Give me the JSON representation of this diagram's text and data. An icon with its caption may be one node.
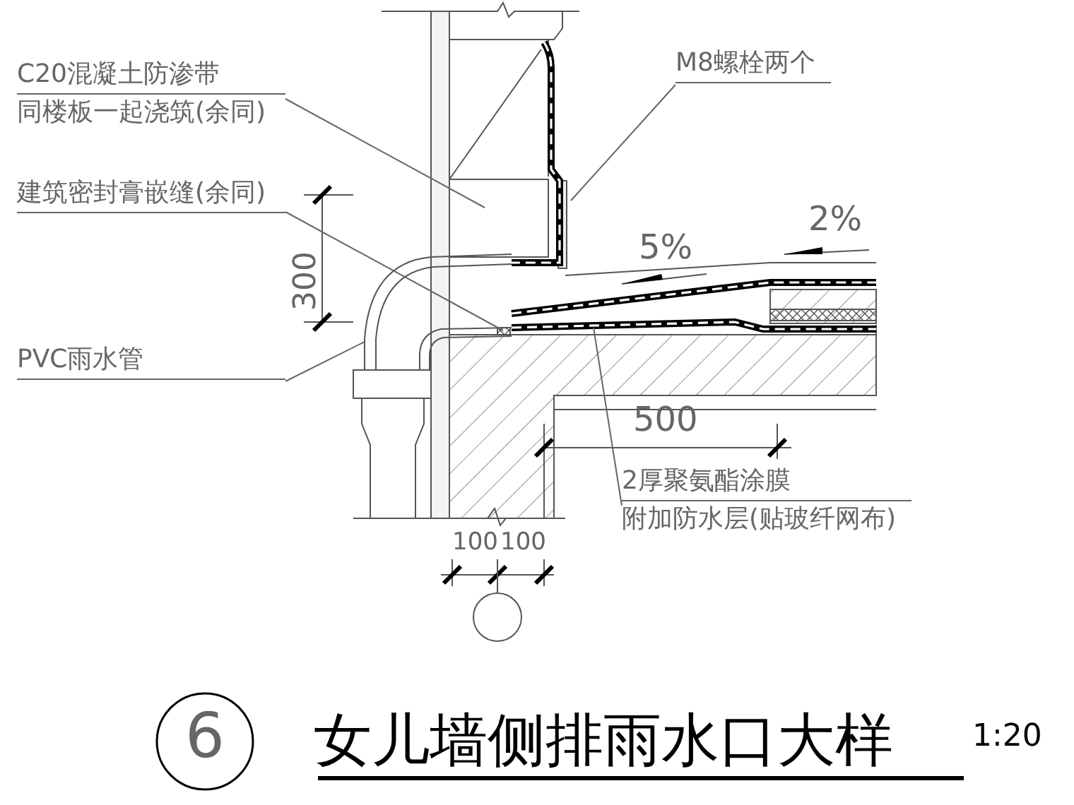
{
  "diagram": {
    "title": "女儿墙侧排雨水口大样",
    "nodes": [
      {
        "text": [
          "C20混凝土防渗带",
          "同楼板一起浇筑(余同)"
        ]
      },
      {
        "text": [
          "建筑密封膏嵌缝(余同)"
        ]
      },
      {
        "text": [
          "PVC雨水管"
        ]
      },
      {
        "text": [
          "M8螺栓两个"
        ]
      },
      {
        "text": [
          "2厚聚氨酯涂膜",
          "附加防水层(贴玻纤网布)"
        ]
      }
    ],
    "edges": [
      {
        "from": 0,
        "to": null,
        "arrow": "none"
      },
      {
        "from": 1,
        "to": null,
        "arrow": "none"
      },
      {
        "from": 2,
        "to": null,
        "arrow": "none"
      },
      {
        "from": 3,
        "to": null,
        "arrow": "none"
      },
      {
        "from": 4,
        "to": null,
        "arrow": "none"
      }
    ],
    "labels": [
      "2%",
      "5%",
      "300",
      "500",
      "100",
      "100",
      "6",
      "1:20"
    ]
  }
}
